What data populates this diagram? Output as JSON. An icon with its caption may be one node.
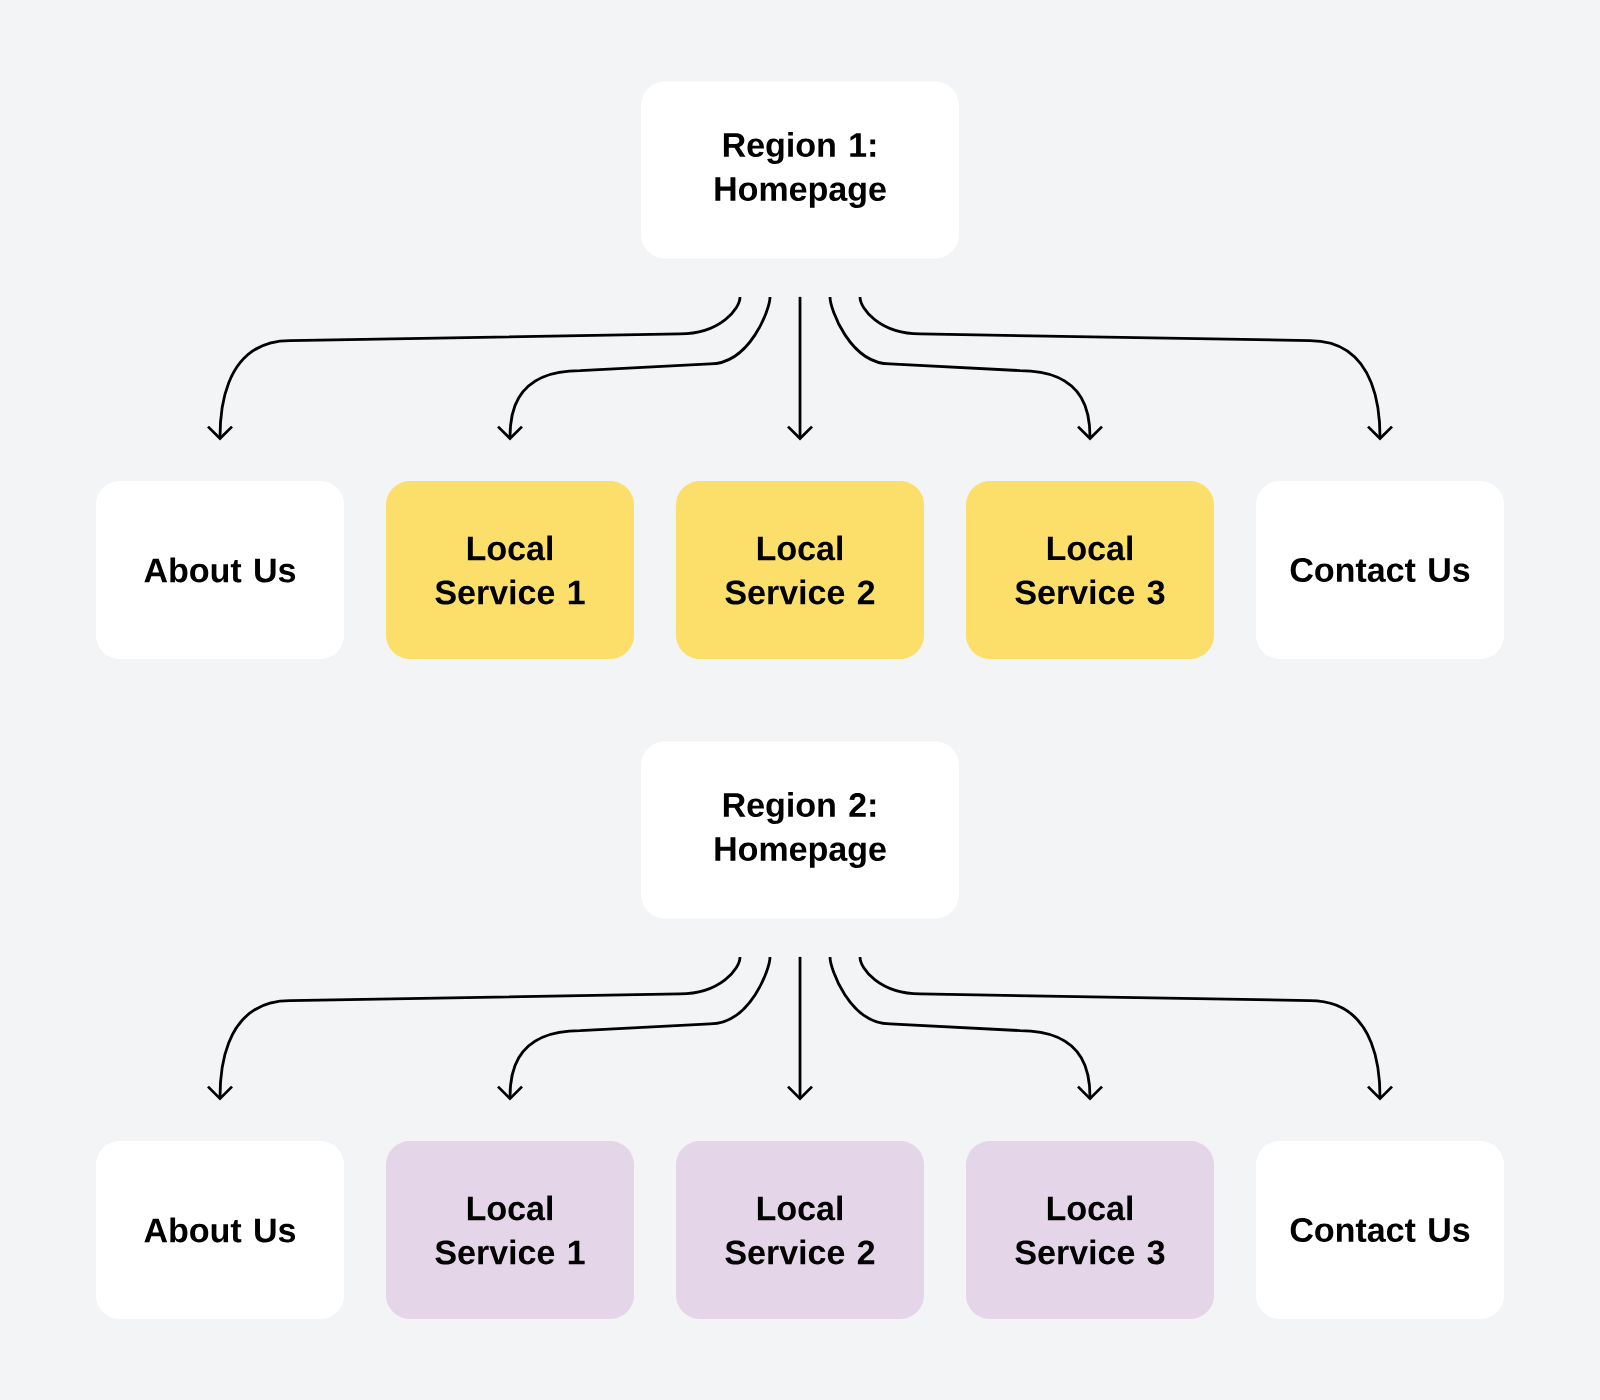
{
  "diagram": {
    "nodes": [
      {
        "text": [
          "Region 1: Homepage"
        ]
      },
      {
        "text": [
          "About Us"
        ]
      },
      {
        "text": [
          "Local Service 1"
        ]
      },
      {
        "text": [
          "Local Service 2"
        ]
      },
      {
        "text": [
          "Local Service 3"
        ]
      },
      {
        "text": [
          "Contact Us"
        ]
      },
      {
        "text": [
          "Region 2: Homepage"
        ]
      },
      {
        "text": [
          "About Us"
        ]
      },
      {
        "text": [
          "Local Service 1"
        ]
      },
      {
        "text": [
          "Local Service 2"
        ]
      },
      {
        "text": [
          "Local Service 3"
        ]
      },
      {
        "text": [
          "Contact Us"
        ]
      }
    ],
    "edges": [
      {
        "from": 0,
        "to": 1,
        "arrow": "to"
      },
      {
        "from": 0,
        "to": 2,
        "arrow": "to"
      },
      {
        "from": 0,
        "to": 3,
        "arrow": "to"
      },
      {
        "from": 0,
        "to": 4,
        "arrow": "to"
      },
      {
        "from": 0,
        "to": 5,
        "arrow": "to"
      },
      {
        "from": 6,
        "to": 7,
        "arrow": "to"
      },
      {
        "from": 6,
        "to": 8,
        "arrow": "to"
      },
      {
        "from": 6,
        "to": 9,
        "arrow": "to"
      },
      {
        "from": 6,
        "to": 10,
        "arrow": "to"
      },
      {
        "from": 6,
        "to": 11,
        "arrow": "to"
      }
    ]
  }
}
